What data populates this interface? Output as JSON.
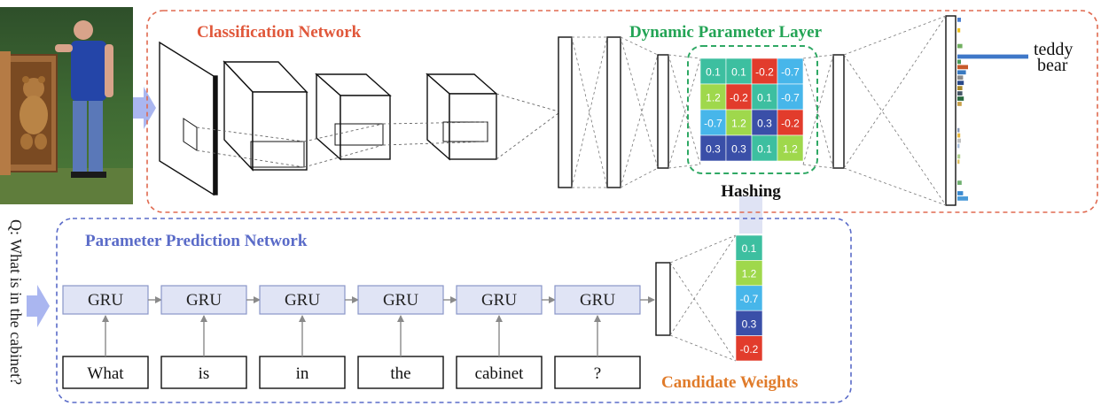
{
  "classification": {
    "title": "Classification Network",
    "title_color": "#e0573a",
    "border_color": "#e06a50"
  },
  "dynamic_layer": {
    "title": "Dynamic Parameter Layer",
    "title_color": "#23a455",
    "border_color": "#2fa864",
    "hashing_label": "Hashing",
    "matrix": [
      [
        {
          "v": "0.1",
          "c": "#3dbfa0"
        },
        {
          "v": "0.1",
          "c": "#3dbfa0"
        },
        {
          "v": "-0.2",
          "c": "#e23c2c"
        },
        {
          "v": "-0.7",
          "c": "#47b6ea"
        }
      ],
      [
        {
          "v": "1.2",
          "c": "#9fd84c"
        },
        {
          "v": "-0.2",
          "c": "#e23c2c"
        },
        {
          "v": "0.1",
          "c": "#3dbfa0"
        },
        {
          "v": "-0.7",
          "c": "#47b6ea"
        }
      ],
      [
        {
          "v": "-0.7",
          "c": "#47b6ea"
        },
        {
          "v": "1.2",
          "c": "#9fd84c"
        },
        {
          "v": "0.3",
          "c": "#3a4fa8"
        },
        {
          "v": "-0.2",
          "c": "#e23c2c"
        }
      ],
      [
        {
          "v": "0.3",
          "c": "#3a4fa8"
        },
        {
          "v": "0.3",
          "c": "#3a4fa8"
        },
        {
          "v": "0.1",
          "c": "#3dbfa0"
        },
        {
          "v": "1.2",
          "c": "#9fd84c"
        }
      ]
    ]
  },
  "output": {
    "label_line1": "teddy",
    "label_line2": "bear",
    "bar_values": [
      0.05,
      0.0,
      0.04,
      0.0,
      0.0,
      0.07,
      0.0,
      1.0,
      0.05,
      0.15,
      0.12,
      0.08,
      0.09,
      0.07,
      0.07,
      0.09,
      0.06,
      0.0,
      0.0,
      0.0,
      0.0,
      0.03,
      0.04,
      0.05,
      0.03,
      0.0,
      0.04,
      0.03,
      0.0,
      0.0,
      0.0,
      0.06,
      0.0,
      0.08,
      0.15
    ],
    "bar_colors": [
      "#4a7fd0",
      "#b8c8e0",
      "#f0c020",
      "#a0b0c8",
      "#c8c8c8",
      "#72b060",
      "#c0c0c0",
      "#3f78c8",
      "#4a9a5a",
      "#c85a2a",
      "#3a7ac0",
      "#8a8a8a",
      "#2a4a8a",
      "#a8882a",
      "#445566",
      "#2a6a40",
      "#c8a04a",
      "#d0d0d0",
      "#e0e0e0",
      "#dadada",
      "#cfcfcf",
      "#8898b8",
      "#e8b840",
      "#c0c0c0",
      "#a8c0e0",
      "#d8d8d8",
      "#b0d090",
      "#e0c060",
      "#d8d8d8",
      "#d0d0d0",
      "#d8d8d8",
      "#70b070",
      "#d0d0d0",
      "#3a8ad0",
      "#4a9ad8"
    ]
  },
  "ppn": {
    "title": "Parameter Prediction Network",
    "title_color": "#5a6bc8",
    "border_color": "#5a6bc8",
    "gru_label": "GRU",
    "gru_fill": "#e0e4f5",
    "gru_stroke": "#8a96c8",
    "words": [
      "What",
      "is",
      "in",
      "the",
      "cabinet",
      "?"
    ]
  },
  "candidate": {
    "title": "Candidate Weights",
    "title_color": "#e07b2a",
    "cells": [
      {
        "v": "0.1",
        "c": "#3dbfa0"
      },
      {
        "v": "1.2",
        "c": "#9fd84c"
      },
      {
        "v": "-0.7",
        "c": "#47b6ea"
      },
      {
        "v": "0.3",
        "c": "#3a4fa8"
      },
      {
        "v": "-0.2",
        "c": "#e23c2c"
      }
    ]
  },
  "question": {
    "text": "Q: What is in the cabinet?"
  },
  "colors": {
    "arrow_blue": "#aab6f0"
  }
}
